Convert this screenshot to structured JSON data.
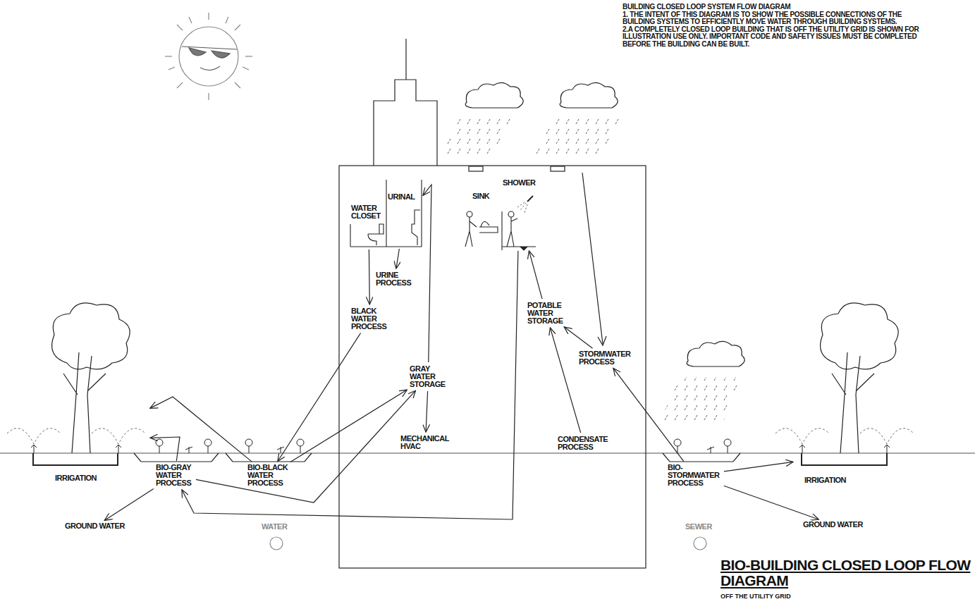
{
  "diagram": {
    "title": "BIO-BUILDING CLOSED LOOP FLOW DIAGRAM",
    "caption": "OFF THE UTILITY GRID",
    "nodes": [
      {
        "text": [
          "WATER CLOSET"
        ]
      },
      {
        "text": [
          "URINAL"
        ]
      },
      {
        "text": [
          "SINK"
        ]
      },
      {
        "text": [
          "SHOWER"
        ]
      },
      {
        "text": [
          "URINE PROCESS"
        ]
      },
      {
        "text": [
          "BLACK WATER PROCESS"
        ]
      },
      {
        "text": [
          "GRAY WATER STORAGE"
        ]
      },
      {
        "text": [
          "MECHANICAL HVAC"
        ]
      },
      {
        "text": [
          "POTABLE WATER STORAGE"
        ]
      },
      {
        "text": [
          "STORMWATER PROCESS"
        ]
      },
      {
        "text": [
          "CONDENSATE PROCESS"
        ]
      },
      {
        "text": [
          "BIO-GRAY WATER PROCESS"
        ]
      },
      {
        "text": [
          "BIO-BLACK WATER PROCESS"
        ]
      },
      {
        "text": [
          "BIO-STORMWATER PROCESS"
        ]
      },
      {
        "text": [
          "IRRIGATION"
        ]
      },
      {
        "text": [
          "GROUND WATER"
        ]
      },
      {
        "text": [
          "IRRIGATION"
        ]
      },
      {
        "text": [
          "GROUND WATER"
        ]
      },
      {
        "text": [
          "WATER"
        ]
      },
      {
        "text": [
          "SEWER"
        ]
      }
    ],
    "edges": [
      {
        "from": 0,
        "to": 5,
        "arrow": "to"
      },
      {
        "from": 1,
        "to": 4,
        "arrow": "to"
      },
      {
        "from": 5,
        "to": 12,
        "arrow": "to"
      },
      {
        "from": 6,
        "to": 1,
        "arrow": "to"
      },
      {
        "from": 6,
        "to": 7,
        "arrow": "to"
      },
      {
        "from": 12,
        "to": 6,
        "arrow": "to"
      },
      {
        "from": 11,
        "to": 6,
        "arrow": "to"
      },
      {
        "from": 3,
        "to": 11,
        "arrow": "to"
      },
      {
        "from": 8,
        "to": 3,
        "arrow": "to"
      },
      {
        "from": 9,
        "to": 8,
        "arrow": "to"
      },
      {
        "from": 10,
        "to": 8,
        "arrow": "to"
      },
      {
        "from": 13,
        "to": 9,
        "arrow": "to"
      },
      {
        "from": 13,
        "to": 16,
        "arrow": "to"
      },
      {
        "from": 13,
        "to": 17,
        "arrow": "to"
      },
      {
        "from": 11,
        "to": 15,
        "arrow": "to"
      },
      {
        "from": 12,
        "to": 14,
        "arrow": "to"
      },
      {
        "from": 11,
        "to": 14,
        "arrow": "to"
      }
    ],
    "labels": [
      "BUILDING CLOSED LOOP SYSTEM FLOW DIAGRAM",
      "1. THE INTENT OF THIS DIAGRAM IS TO SHOW THE POSSIBLE CONNECTIONS OF THE BUILDING SYSTEMS TO EFFICIENTLY MOVE WATER THROUGH BUILDING SYSTEMS.",
      "2.A COMPLETELY CLOSED LOOP BUILDING THAT IS OFF THE UTILITY GRID IS SHOWN FOR ILLUSTRATION USE ONLY. IMPORTANT CODE AND SAFETY ISSUES MUST BE COMPLETED BEFORE THE BUILDING CAN BE BUILT."
    ]
  }
}
